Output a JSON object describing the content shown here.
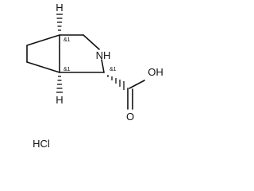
{
  "molecule": {
    "atoms": {
      "h_top": "H",
      "h_bottom": "H",
      "nh": "NH",
      "oh": "OH",
      "o": "O"
    },
    "stereo_labels": {
      "c3a": "&1",
      "c6a": "&1",
      "c1": "&1"
    },
    "salt": "HCl"
  }
}
